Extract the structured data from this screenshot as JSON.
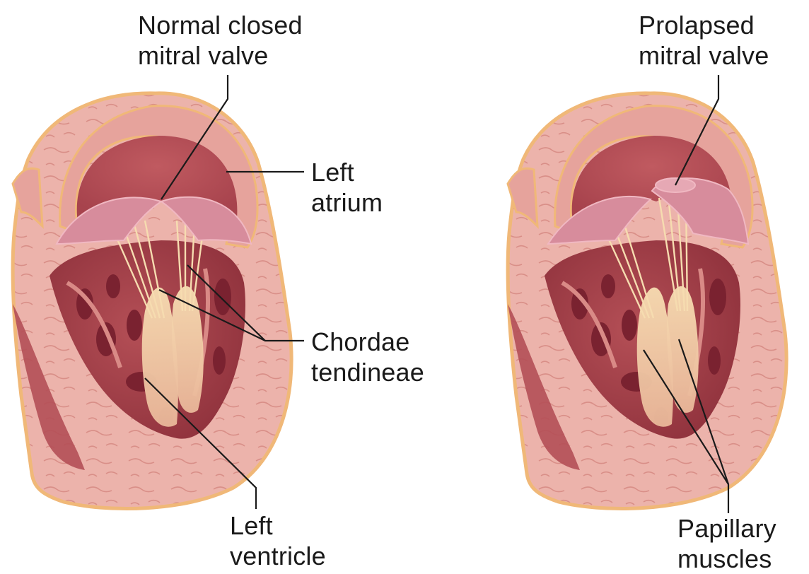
{
  "figure": {
    "left_heart": {
      "label_valve": [
        "Normal closed",
        "mitral valve"
      ],
      "label_atrium": [
        "Left",
        "atrium"
      ],
      "label_chordae": [
        "Chordae",
        "tendineae"
      ],
      "label_ventricle": [
        "Left",
        "ventricle"
      ]
    },
    "right_heart": {
      "label_valve": [
        "Prolapsed",
        "mitral valve"
      ],
      "label_muscles": [
        "Papillary",
        "muscles"
      ]
    },
    "colors": {
      "outline": "#f0b878",
      "muscle_light": "#ebb0a9",
      "muscle_mid": "#d98a86",
      "chamber": "#b95258",
      "chamber_dark": "#8f2f3a",
      "leaflet": "#d78c9c",
      "chordae": "#f6dcb0",
      "leader": "#1a1a1a"
    }
  }
}
